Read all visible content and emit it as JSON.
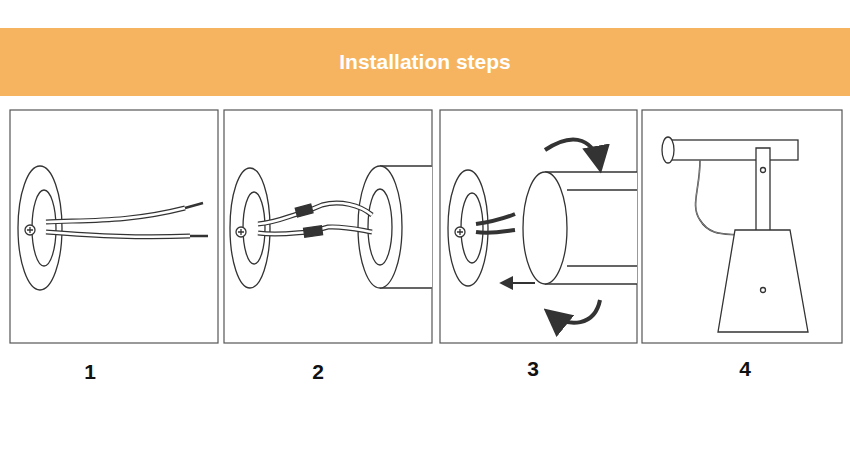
{
  "diagram": {
    "title": "Installation steps",
    "labels": [
      "1",
      "2",
      "3",
      "4"
    ]
  }
}
